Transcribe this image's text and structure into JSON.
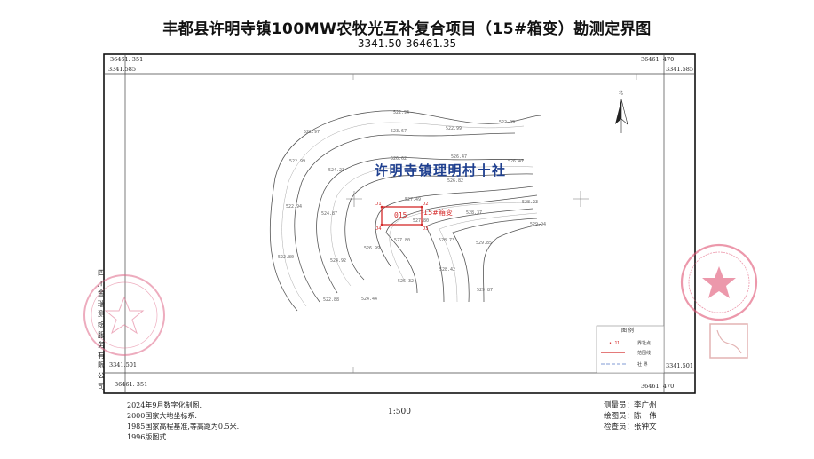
{
  "title": "丰都县许明寺镇100MW农牧光互补复合项目（15#箱变）勘测定界图",
  "subtitle": "3341.50-36461.35",
  "frame": {
    "top_left_x": "36461. 351",
    "top_left_y": "3341.585",
    "top_right_x": "36461. 470",
    "top_right_y": "3341.585",
    "bottom_left_x": "36461. 351",
    "bottom_left_y": "3341.501",
    "bottom_right_x": "36461. 470",
    "bottom_right_y": "3341.501"
  },
  "map": {
    "village_label": "许明寺镇理明村十社",
    "parcel_id": "015",
    "parcel_name": "15#箱变",
    "points": [
      "J1",
      "J2",
      "J3",
      "J4"
    ],
    "north_label": "北",
    "contour_labels": [
      "522.94",
      "522.99",
      "522.97",
      "523.67",
      "522.99",
      "522.99",
      "524.23",
      "526.62",
      "526.47",
      "526.47",
      "526.82",
      "527.49",
      "528.23",
      "522.94",
      "524.87",
      "527.80",
      "528.37",
      "529.94",
      "527.80",
      "528.73",
      "529.85",
      "526.99",
      "522.80",
      "524.92",
      "528.42",
      "526.32",
      "529.87",
      "522.88",
      "524.44"
    ]
  },
  "legend": {
    "title": "图  例",
    "items": [
      {
        "symbol": "• J1",
        "label": "界址点"
      },
      {
        "symbol": "",
        "label": "范围线"
      },
      {
        "symbol": "",
        "label": "社 界"
      }
    ]
  },
  "company": "四川金瑞测绘服务有限公司",
  "notes": [
    "2024年9月数字化制图.",
    "2000国家大地坐标系.",
    "1985国家高程基准,等高距为0.5米.",
    "1996版图式."
  ],
  "scale": "1:500",
  "staff": [
    "测量员：李广州",
    "绘图员：陈　伟",
    "检查员：张钟文"
  ],
  "colors": {
    "boundary": "#d42a2a",
    "village_text": "#1e3f8f",
    "stamp": "#e06a8a"
  }
}
